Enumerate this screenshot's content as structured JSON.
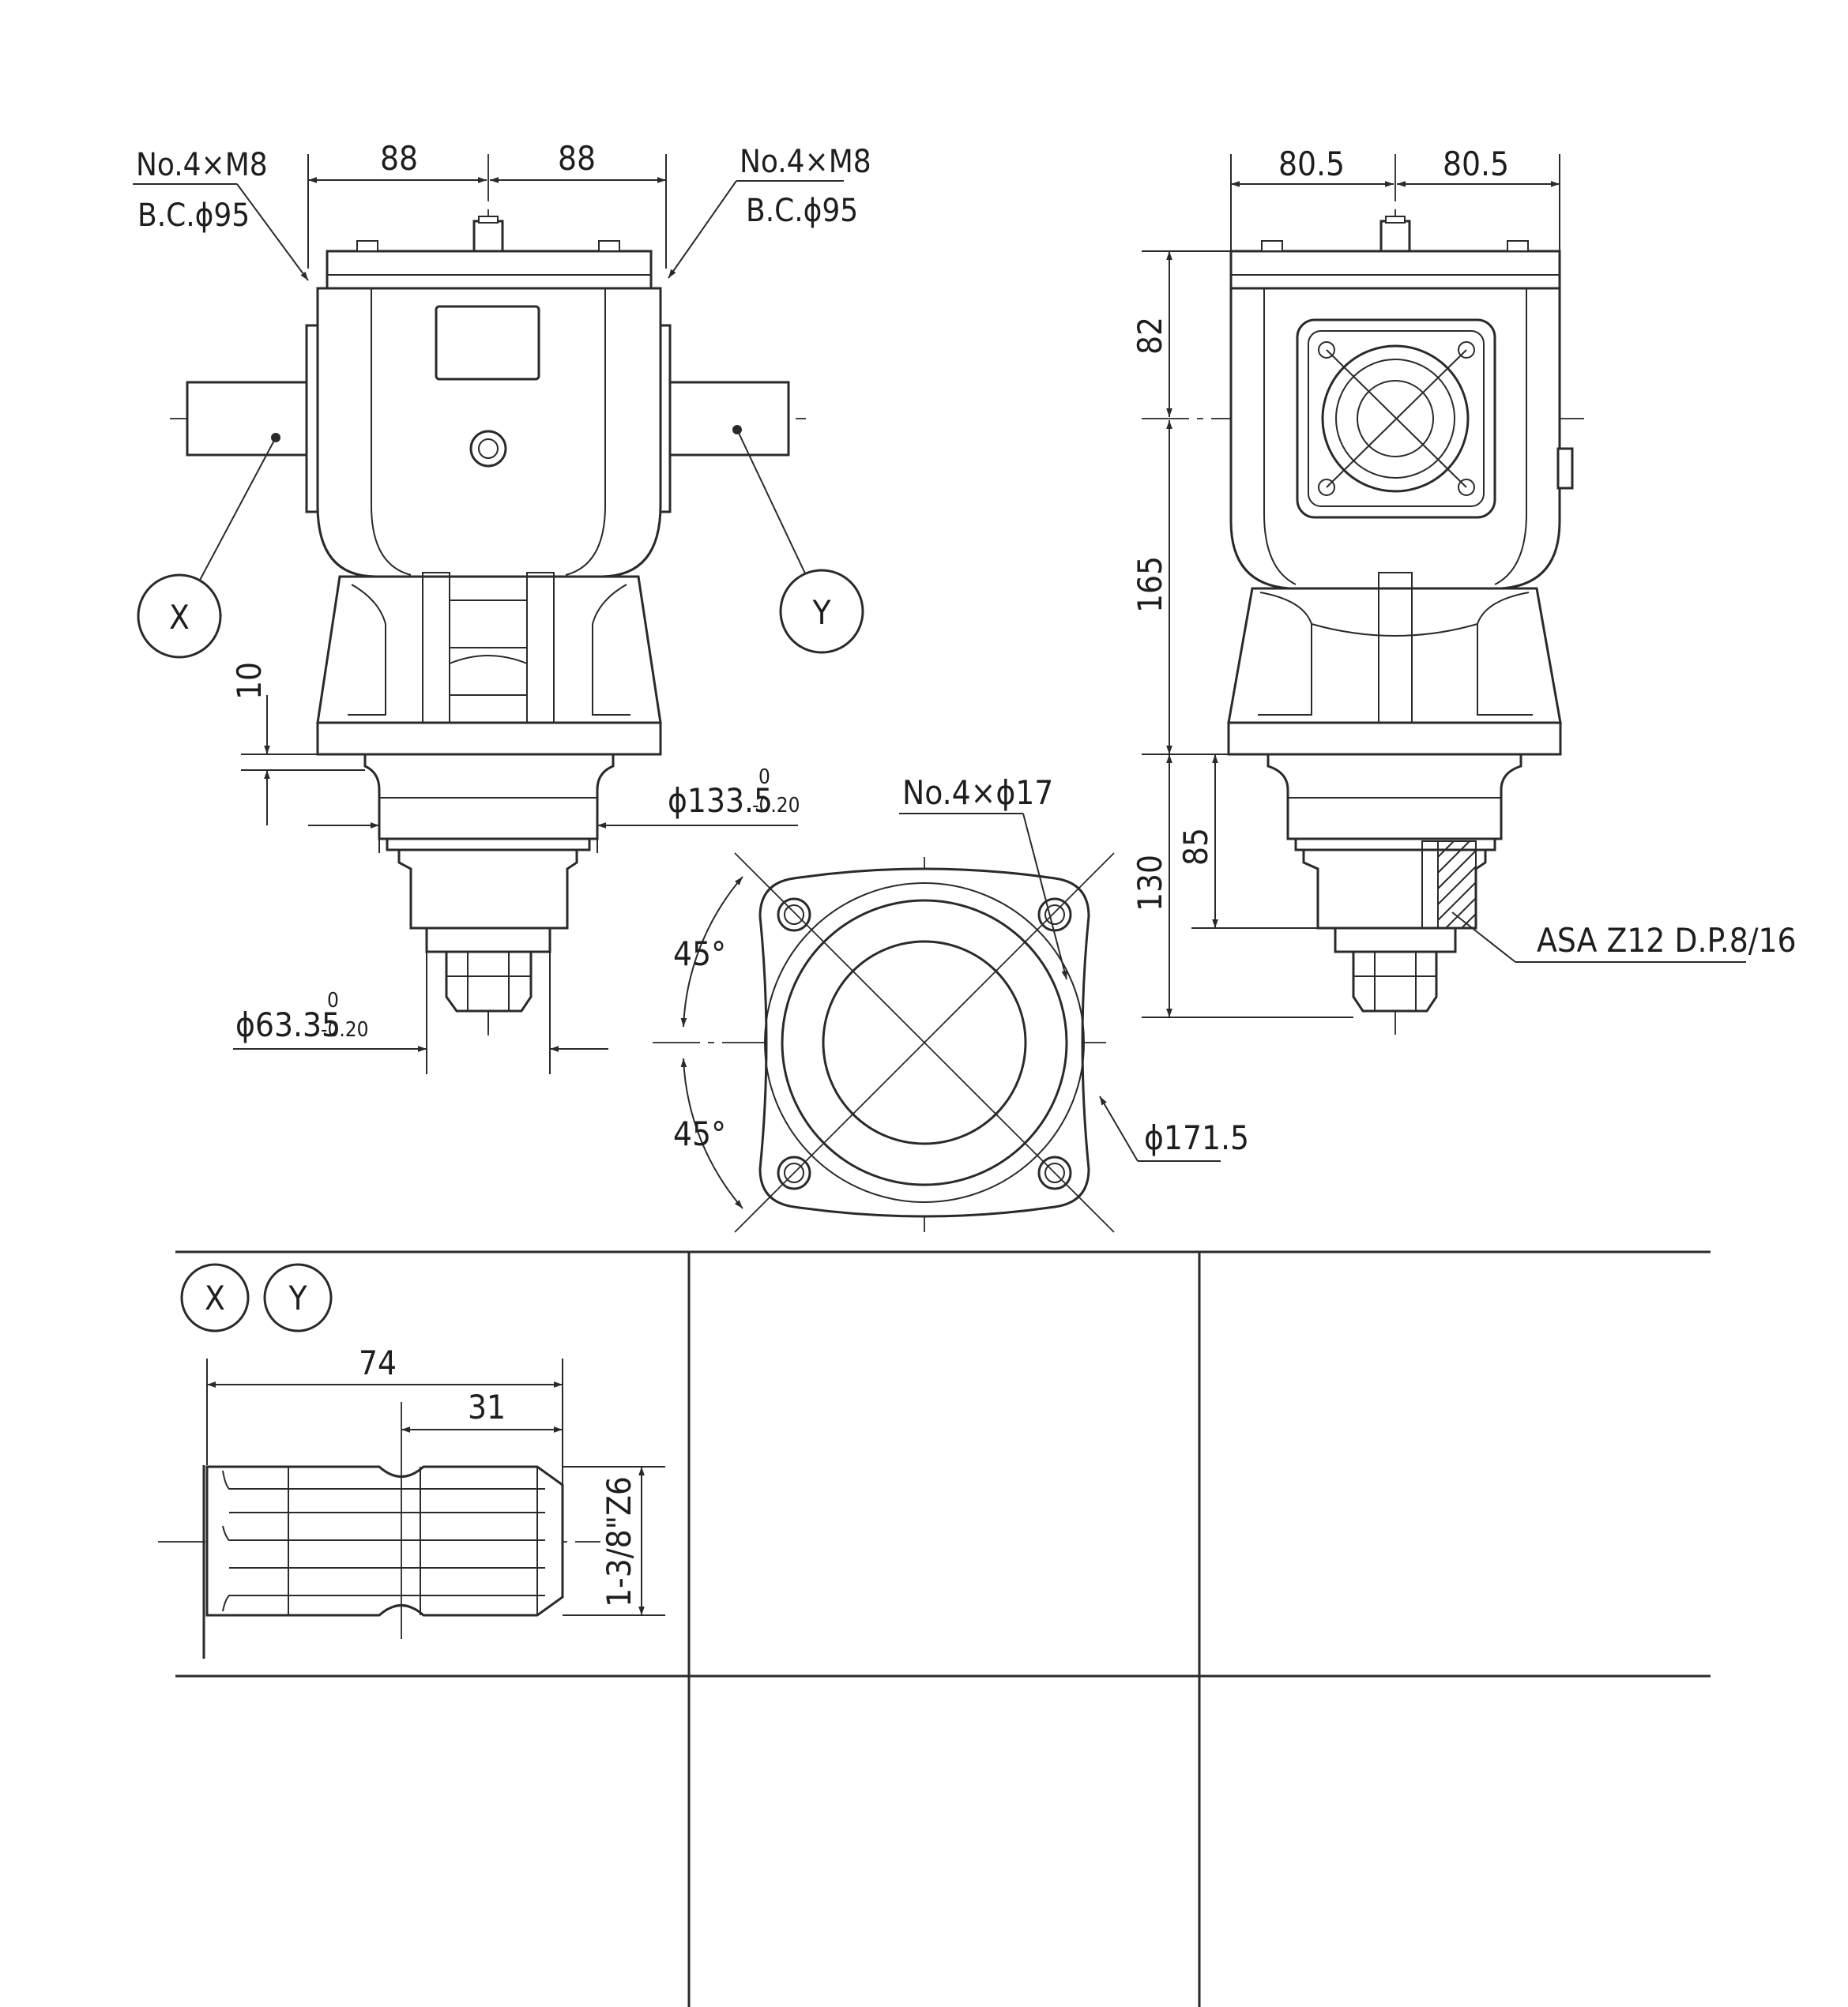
{
  "front_view": {
    "dim_left": "88",
    "dim_right": "88",
    "bolt_left_line1": "No.4×M8",
    "bolt_left_line2": "B.C.ϕ95",
    "bolt_right_line1": "No.4×M8",
    "bolt_right_line2": "B.C.ϕ95",
    "callout_x": "X",
    "callout_y": "Y",
    "dim_flange_thickness": "10",
    "dim_spigot_main": "ϕ133.5",
    "dim_spigot_upper": "0",
    "dim_spigot_lower": "-0.20",
    "dim_shaft_main": "ϕ63.35",
    "dim_shaft_upper": "0",
    "dim_shaft_lower": "-0.20"
  },
  "side_view": {
    "dim_left": "80.5",
    "dim_right": "80.5",
    "dim_top_height": "82",
    "dim_body_height": "165",
    "dim_spline_depth": "85",
    "dim_shaft_length": "130",
    "spline_label": "ASA Z12 D.P.8/16"
  },
  "bottom_view": {
    "holes_label": "No.4×ϕ17",
    "angle_top": "45°",
    "angle_bottom": "45°",
    "pcd_label": "ϕ171.5"
  },
  "table": {
    "cell_callout_x": "X",
    "cell_callout_y": "Y",
    "dim_length": "74",
    "dim_spline": "31",
    "shaft_spec": "1-3/8\"Z6"
  }
}
